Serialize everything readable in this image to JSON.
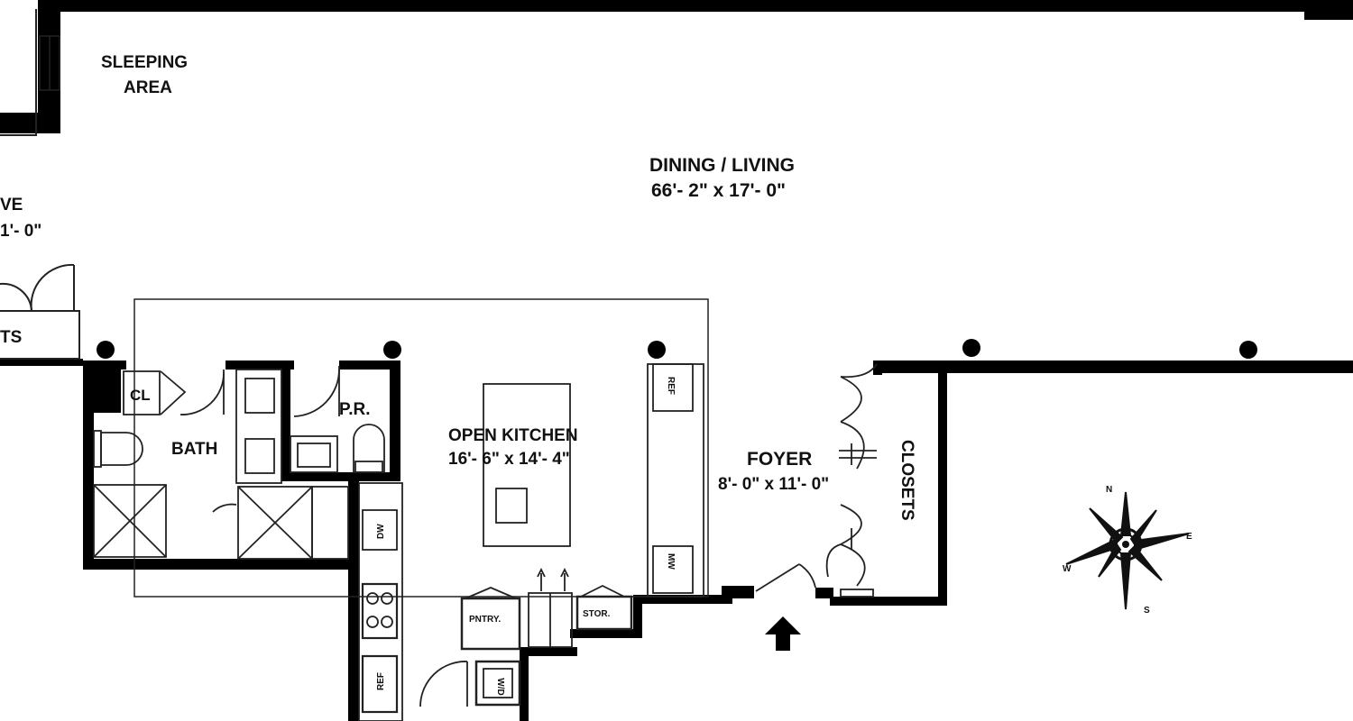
{
  "rooms": {
    "sleeping": {
      "line1": "SLEEPING",
      "line2": "AREA"
    },
    "alcove_partial": {
      "line1": "VE",
      "line2": "1'- 0\""
    },
    "closets_partial": "TS",
    "dining_living": {
      "name": "DINING / LIVING",
      "dims": "66'- 2\" x 17'- 0\""
    },
    "closet": "CL",
    "bath": "BATH",
    "powder_room": "P.R.",
    "open_kitchen": {
      "name": "OPEN KITCHEN",
      "dims": "16'- 6\" x 14'- 4\""
    },
    "foyer": {
      "name": "FOYER",
      "dims": "8'- 0\" x 11'- 0\""
    },
    "closets": "CLOSETS",
    "pantry": "PNTRY.",
    "storage": "STOR."
  },
  "appliances": {
    "dw": "DW",
    "ref": "REF",
    "wd": "W/D",
    "top_counter": "REF",
    "bottom_counter": "MW"
  },
  "compass": {
    "n": "N",
    "e": "E",
    "s": "S",
    "w": "W"
  },
  "colors": {
    "wall": "#000000",
    "line": "#222222",
    "background": "#ffffff"
  }
}
